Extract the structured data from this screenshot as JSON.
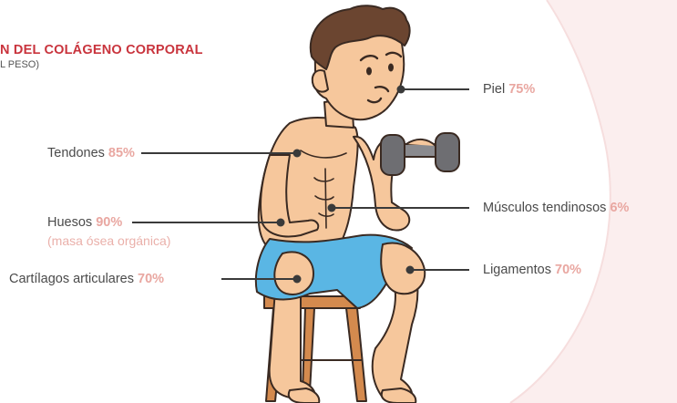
{
  "header": {
    "title": "N DEL COLÁGENO CORPORAL",
    "subtitle": "L PESO)"
  },
  "labels": {
    "piel": {
      "name": "Piel",
      "value": "75%"
    },
    "tendones": {
      "name": "Tendones",
      "value": "85%"
    },
    "musculos": {
      "name": "Músculos tendinosos",
      "value": "6%"
    },
    "huesos": {
      "name": "Huesos",
      "value": "90%",
      "note": "(masa ósea orgánica)"
    },
    "cartilagos": {
      "name": "Cartílagos articulares",
      "value": "70%"
    },
    "ligamentos": {
      "name": "Ligamentos",
      "value": "70%"
    }
  },
  "colors": {
    "title": "#c9343d",
    "percent": "#e9a7a1",
    "label": "#4a4a4a",
    "background_blob": "#fbeeee",
    "skin": "#f6c79c",
    "shorts": "#5ab6e4",
    "hair": "#6b4530"
  }
}
